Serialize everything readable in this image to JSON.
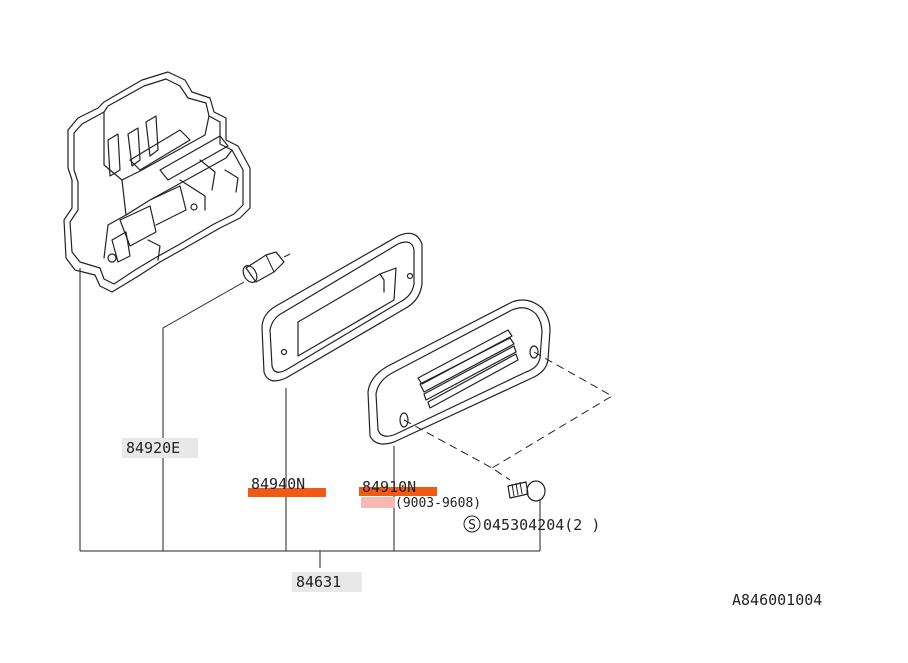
{
  "parts": {
    "housing": "84920E",
    "gasket": "84940N",
    "lens": "84910N",
    "lens_range": "(9003-9608)",
    "screw_symbol": "S",
    "screw": "045304204(2 )",
    "assembly": "84631"
  },
  "diagram_code": "A846001004",
  "colors": {
    "highlight_strong": "#f05a14",
    "highlight_soft": "#f6b8b0",
    "label_bg": "#e8e8e8",
    "line": "#222222"
  }
}
